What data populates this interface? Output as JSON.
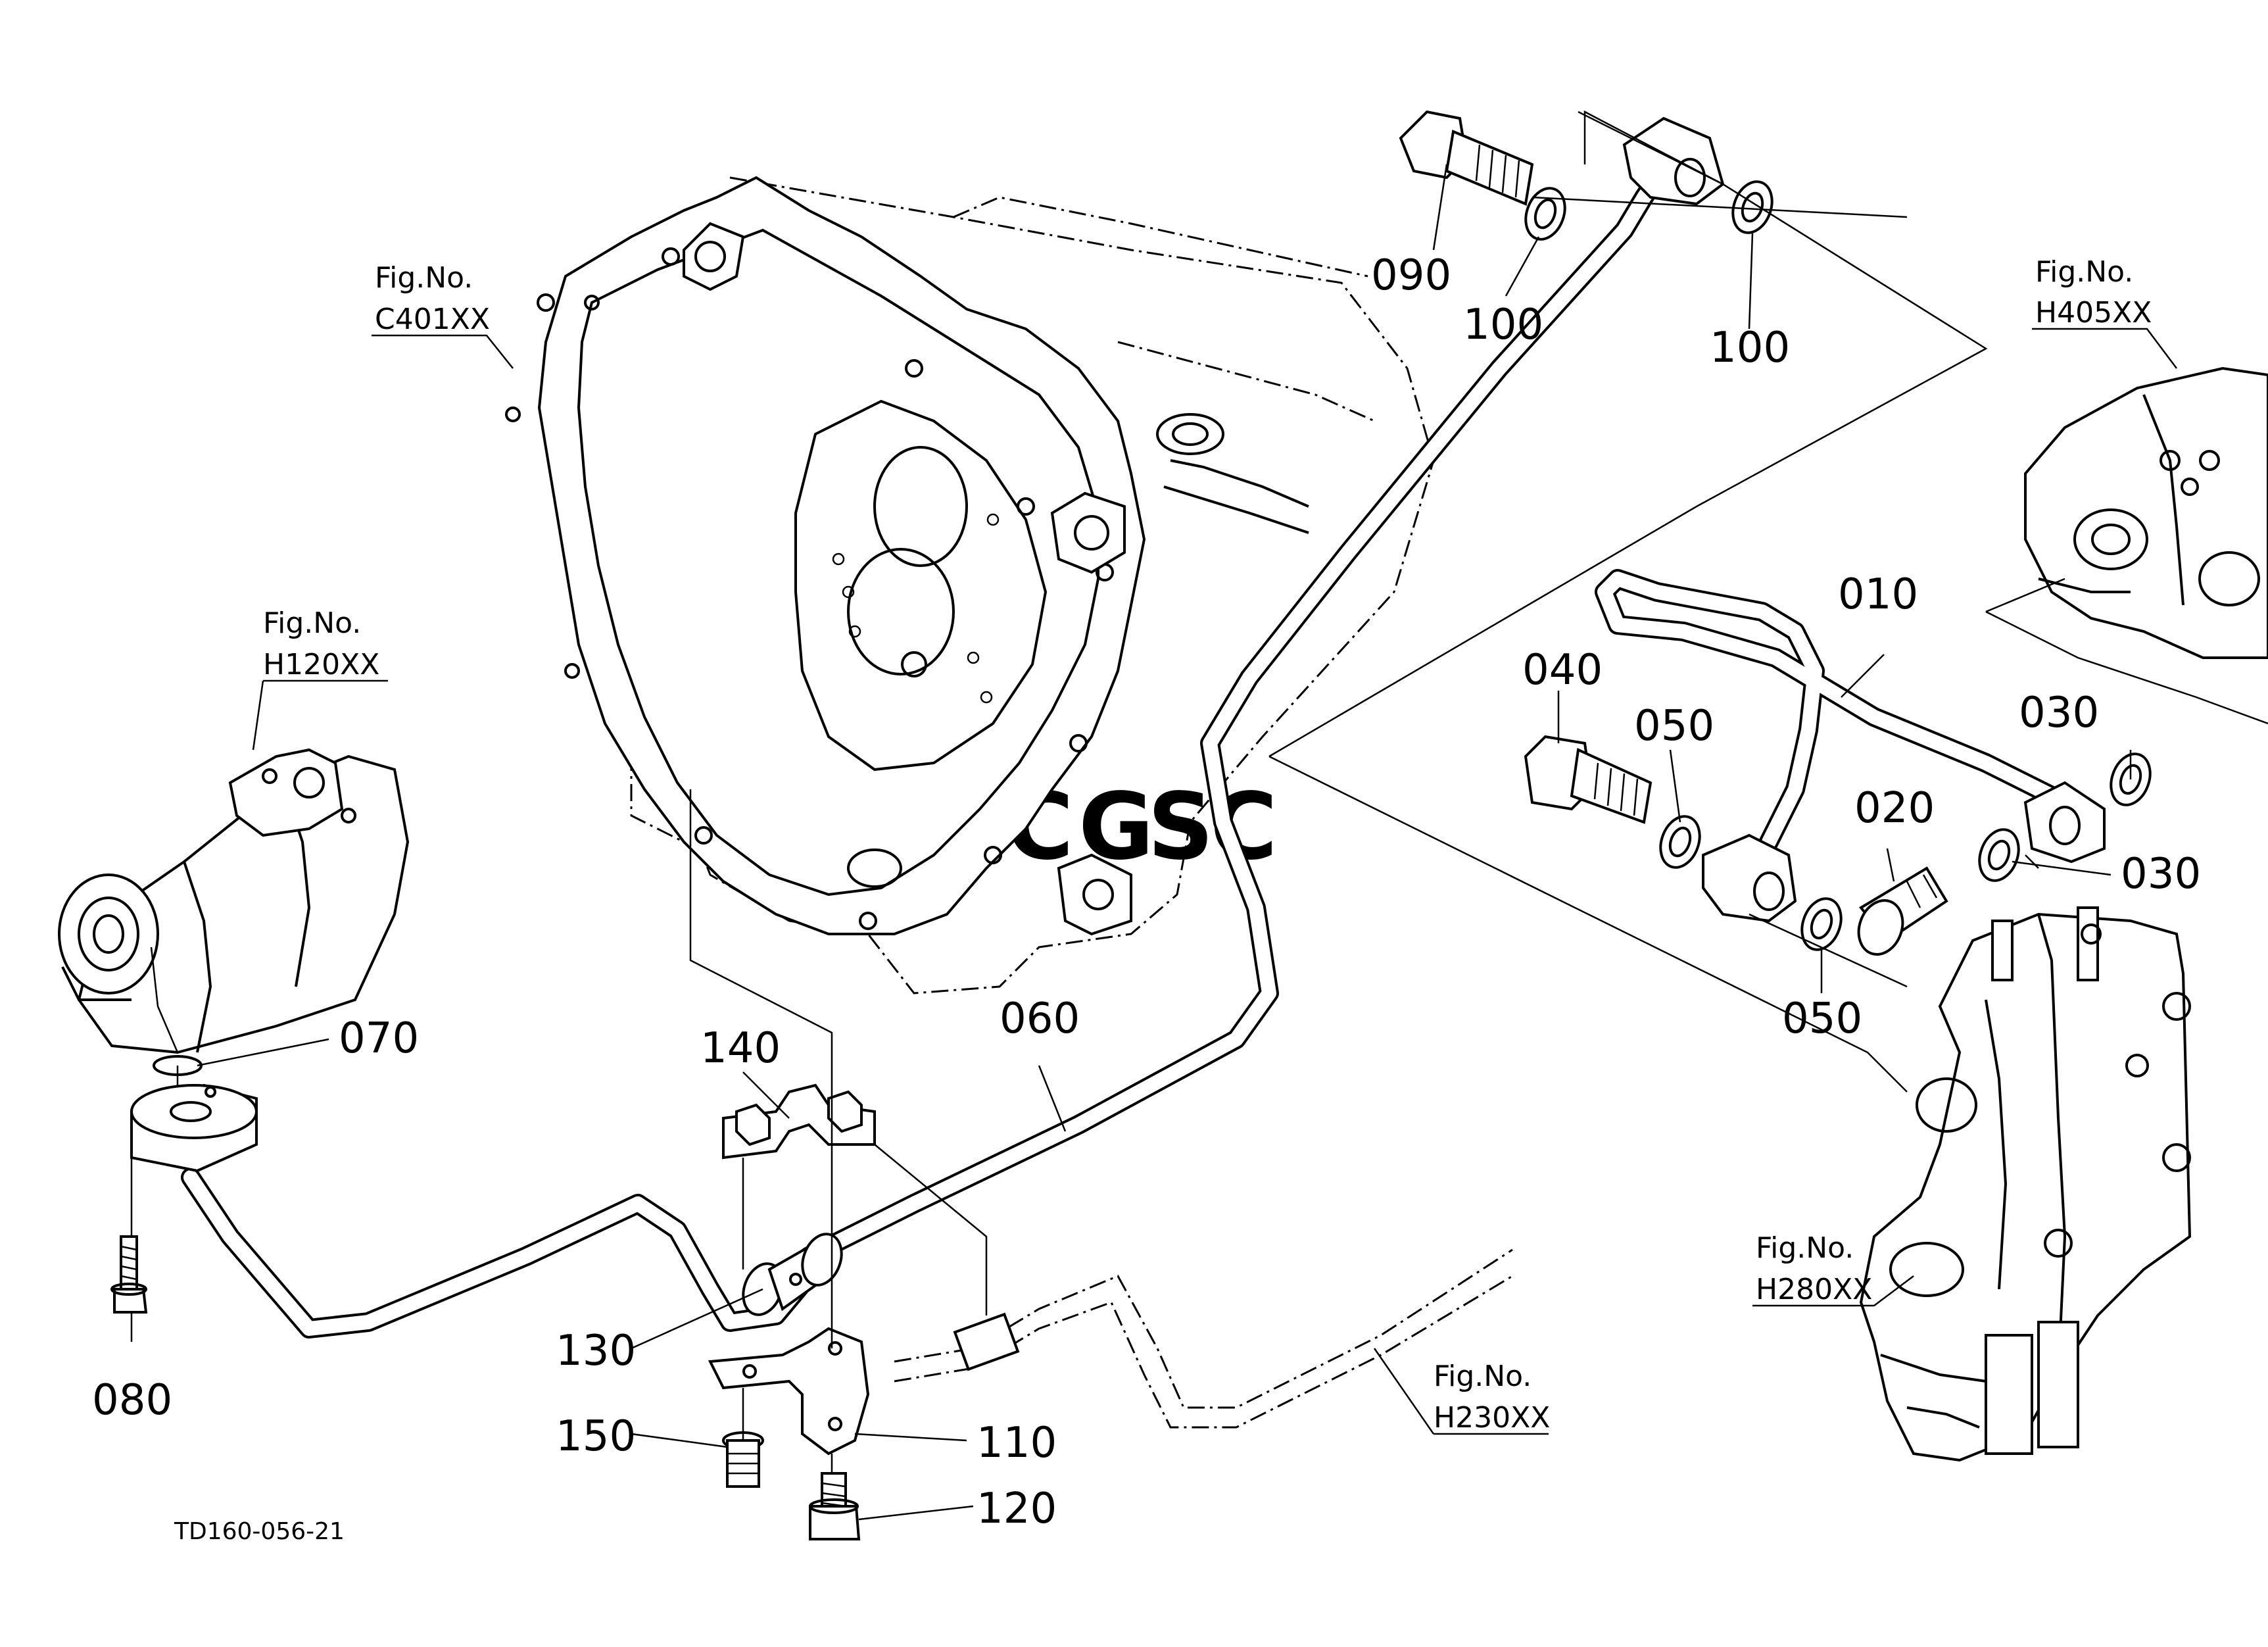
{
  "drawing_code": "TD160-056-21",
  "watermark": {
    "letters": [
      "C",
      "G",
      "S",
      "C"
    ],
    "colors": [
      "#4f8ef7",
      "#ef5b4b",
      "#f7c325",
      "#34a875"
    ]
  },
  "fig_refs": [
    {
      "title": "Fig.No.",
      "code": "C401XX"
    },
    {
      "title": "Fig.No.",
      "code": "H120XX"
    },
    {
      "title": "Fig.No.",
      "code": "H405XX"
    },
    {
      "title": "Fig.No.",
      "code": "H280XX"
    },
    {
      "title": "Fig.No.",
      "code": "H230XX"
    }
  ],
  "callouts": {
    "p010": "010",
    "p020": "020",
    "p030a": "030",
    "p030b": "030",
    "p040": "040",
    "p050a": "050",
    "p050b": "050",
    "p060": "060",
    "p070": "070",
    "p080": "080",
    "p090": "090",
    "p100a": "100",
    "p100b": "100",
    "p110": "110",
    "p120": "120",
    "p130": "130",
    "p140": "140",
    "p150": "150"
  }
}
